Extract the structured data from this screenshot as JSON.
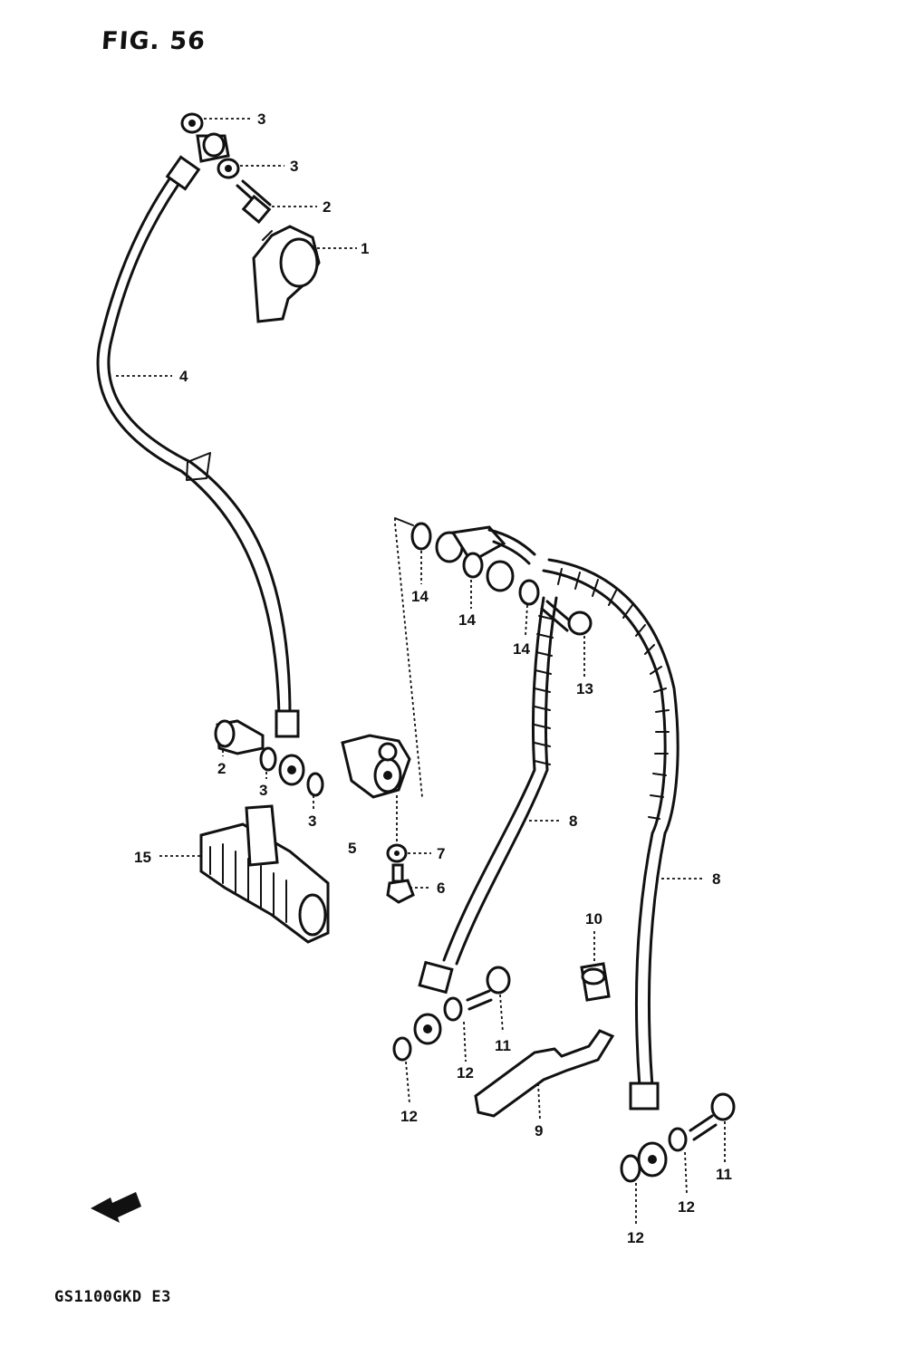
{
  "figure": {
    "title": "FIG. 56",
    "model_code": "GS1100GKD E3"
  },
  "callouts": [
    {
      "id": "c3a",
      "label": "3"
    },
    {
      "id": "c3b",
      "label": "3"
    },
    {
      "id": "c2a",
      "label": "2"
    },
    {
      "id": "c1",
      "label": "1"
    },
    {
      "id": "c4",
      "label": "4"
    },
    {
      "id": "c14a",
      "label": "14"
    },
    {
      "id": "c14b",
      "label": "14"
    },
    {
      "id": "c14c",
      "label": "14"
    },
    {
      "id": "c13",
      "label": "13"
    },
    {
      "id": "c2b",
      "label": "2"
    },
    {
      "id": "c3c",
      "label": "3"
    },
    {
      "id": "c3d",
      "label": "3"
    },
    {
      "id": "c5",
      "label": "5"
    },
    {
      "id": "c7",
      "label": "7"
    },
    {
      "id": "c6",
      "label": "6"
    },
    {
      "id": "c15",
      "label": "15"
    },
    {
      "id": "c8a",
      "label": "8"
    },
    {
      "id": "c8b",
      "label": "8"
    },
    {
      "id": "c10",
      "label": "10"
    },
    {
      "id": "c11a",
      "label": "11"
    },
    {
      "id": "c12a",
      "label": "12"
    },
    {
      "id": "c12b",
      "label": "12"
    },
    {
      "id": "c9",
      "label": "9"
    },
    {
      "id": "c11b",
      "label": "11"
    },
    {
      "id": "c12c",
      "label": "12"
    },
    {
      "id": "c12d",
      "label": "12"
    }
  ],
  "colors": {
    "ink": "#111111",
    "paper": "#ffffff"
  }
}
